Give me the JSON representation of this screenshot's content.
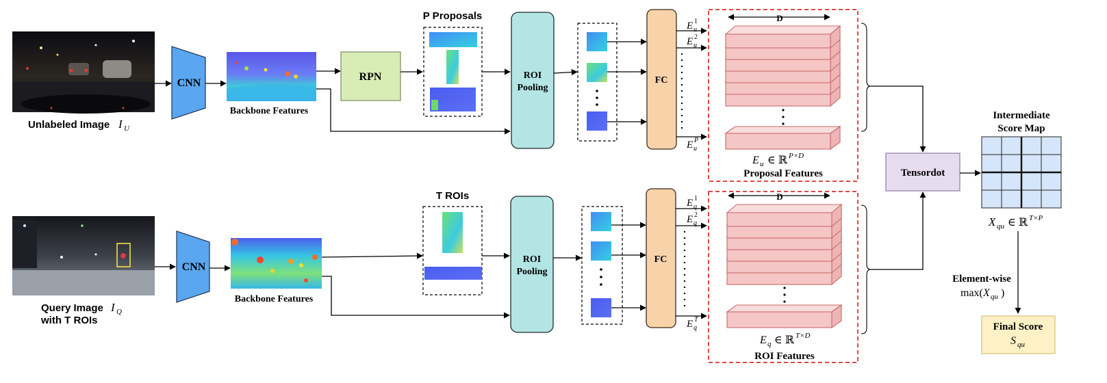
{
  "top": {
    "input_label": "Unlabeled Image",
    "input_symbol": "I",
    "input_symbol_sub": "U",
    "cnn_label": "CNN",
    "backbone_label": "Backbone Features",
    "rpn_label": "RPN",
    "proposals_title": "P Proposals",
    "roi_pool_line1": "ROI",
    "roi_pool_line2": "Pooling",
    "fc_label": "FC",
    "emb_base": "E",
    "emb_sub": "u",
    "emb_sup_1": "1",
    "emb_sup_2": "2",
    "emb_sup_last": "P",
    "dim_label": "D",
    "feature_formula_lhs": "E",
    "feature_formula_sub": "u",
    "feature_formula_set": "∈ ℝ",
    "feature_formula_exp": "P×D",
    "feature_title": "Proposal Features"
  },
  "bottom": {
    "input_label_line1": "Query Image",
    "input_symbol": "I",
    "input_symbol_sub": "Q",
    "input_label_line2": "with T ROIs",
    "cnn_label": "CNN",
    "backbone_label": "Backbone Features",
    "rois_title": "T ROIs",
    "roi_pool_line1": "ROI",
    "roi_pool_line2": "Pooling",
    "fc_label": "FC",
    "emb_base": "E",
    "emb_sub": "q",
    "emb_sup_1": "1",
    "emb_sup_2": "2",
    "emb_sup_last": "T",
    "dim_label": "D",
    "feature_formula_lhs": "E",
    "feature_formula_sub": "q",
    "feature_formula_set": "∈ ℝ",
    "feature_formula_exp": "T×D",
    "feature_title": "ROI Features"
  },
  "right": {
    "tensordot_label": "Tensordot",
    "score_map_line1": "Intermediate",
    "score_map_line2": "Score Map",
    "score_formula_lhs": "X",
    "score_formula_sub": "qu",
    "score_formula_set": "∈ ℝ",
    "score_formula_exp": "T×P",
    "elementwise_label": "Element-wise",
    "max_label": "max(",
    "max_arg": "X",
    "max_arg_sub": "qu",
    "max_close": ")",
    "final_line1": "Final Score",
    "final_symbol": "S",
    "final_symbol_sub": "qu"
  },
  "colors": {
    "cnn_fill": "#5aa6f0",
    "rpn_fill": "#d8edb5",
    "roi_pool_fill": "#b3e5e5",
    "fc_fill": "#f8d3a9",
    "slab_face": "#f5c6c6",
    "slab_stroke": "#c86a6a",
    "dash_red": "#e04848",
    "tensordot_fill": "#e7dcef",
    "grid_fill": "#d5e6fa",
    "final_fill": "#fdf1c5"
  }
}
